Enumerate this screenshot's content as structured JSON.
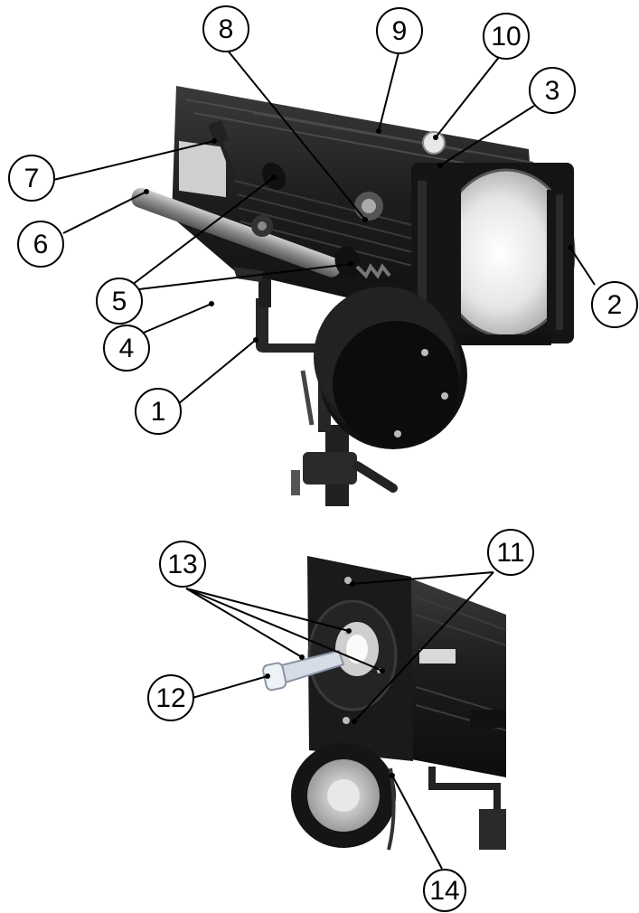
{
  "callouts": [
    "1",
    "2",
    "3",
    "4",
    "5",
    "6",
    "7",
    "8",
    "9",
    "10",
    "11",
    "12",
    "13",
    "14"
  ],
  "colors": {
    "background": "#ffffff",
    "ink": "#000000",
    "body_dark": "#1b1b1b",
    "metal": "#8f8f8f",
    "lens_glow": "#d9d9d9"
  }
}
